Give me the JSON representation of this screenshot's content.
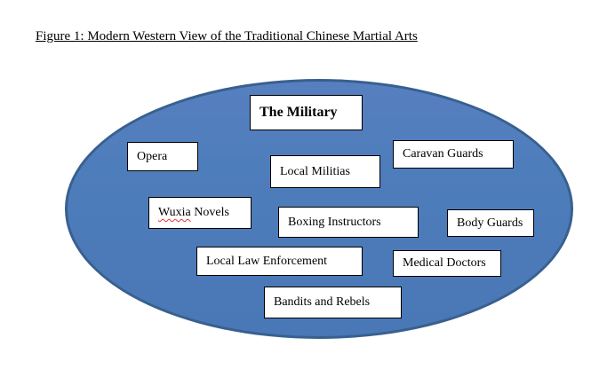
{
  "figure": {
    "title": "Figure 1: Modern Western View of the Traditional Chinese Martial Arts"
  },
  "diagram": {
    "shape": "ellipse",
    "ellipse_fill_color": "#4E7DBB",
    "ellipse_border_color": "#38608F",
    "box_fill_color": "#FFFFFF",
    "box_border_color": "#000000",
    "boxes": [
      {
        "label": "The Military",
        "emphasis": "bold"
      },
      {
        "label": "Opera"
      },
      {
        "label": "Caravan Guards"
      },
      {
        "label": "Local Militias"
      },
      {
        "label": "Wuxia Novels",
        "misspelled_word": "Wuxia",
        "rest": " Novels"
      },
      {
        "label": "Boxing Instructors"
      },
      {
        "label": "Body Guards"
      },
      {
        "label": "Local Law Enforcement"
      },
      {
        "label": "Medical Doctors"
      },
      {
        "label": "Bandits and Rebels"
      }
    ]
  }
}
